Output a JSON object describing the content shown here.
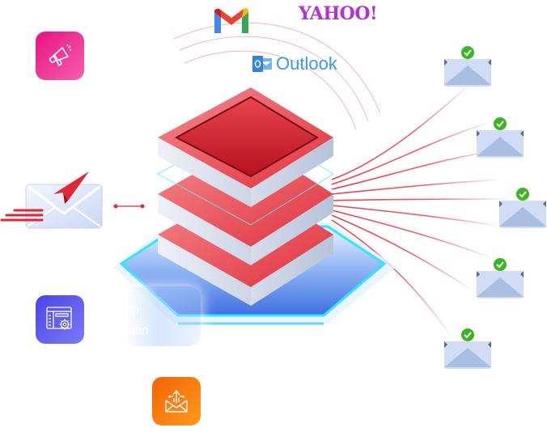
{
  "brands": {
    "gmail": "gmail-logo",
    "yahoo": "YAHOO!",
    "outlook": "Outlook"
  },
  "feature_card": {
    "line1": "y trình",
    "line2": "p chuẩn"
  },
  "icons": {
    "marketing": "megaphone-icon",
    "process": "browser-gear-icon",
    "send": "open-envelope-upload-icon",
    "sender": "envelope-paper-plane-icon",
    "delivered": "envelope-check-icon"
  },
  "delivered_count": 5,
  "colors": {
    "accent_red": "#e63946",
    "pink_tile": "#ec1f87",
    "purple_tile": "#5b52ee",
    "orange_tile": "#f77a0c",
    "check_green": "#3cb521",
    "yahoo_purple": "#b530d8",
    "outlook_blue": "#3a9ae8",
    "platform_blue": "#4a7fe6"
  }
}
